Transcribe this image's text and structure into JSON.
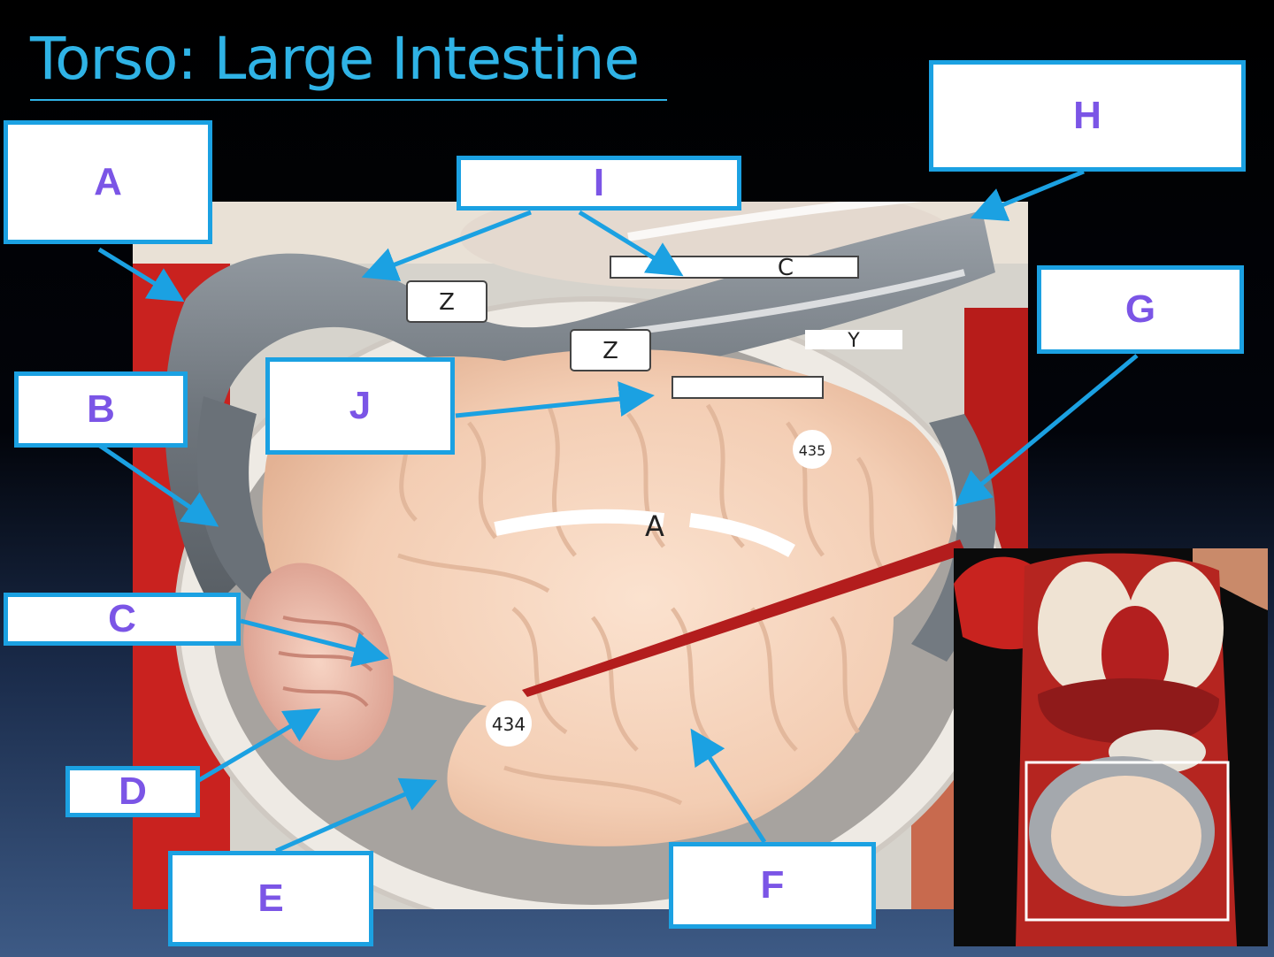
{
  "title": "Torso: Large Intestine",
  "colors": {
    "title": "#2fb3e6",
    "label_border": "#1ba1e2",
    "label_text": "#7b55e6",
    "arrow": "#1ba1e2"
  },
  "labels": {
    "A": "A",
    "B": "B",
    "C": "C",
    "D": "D",
    "E": "E",
    "F": "F",
    "G": "G",
    "H": "H",
    "I": "I",
    "J": "J"
  },
  "model_markings": {
    "tag_z1": "Z",
    "tag_z2": "Z",
    "tag_c": "C",
    "tag_y": "Y",
    "tag_a": "A",
    "pin_434": "434",
    "pin_435": "435"
  }
}
